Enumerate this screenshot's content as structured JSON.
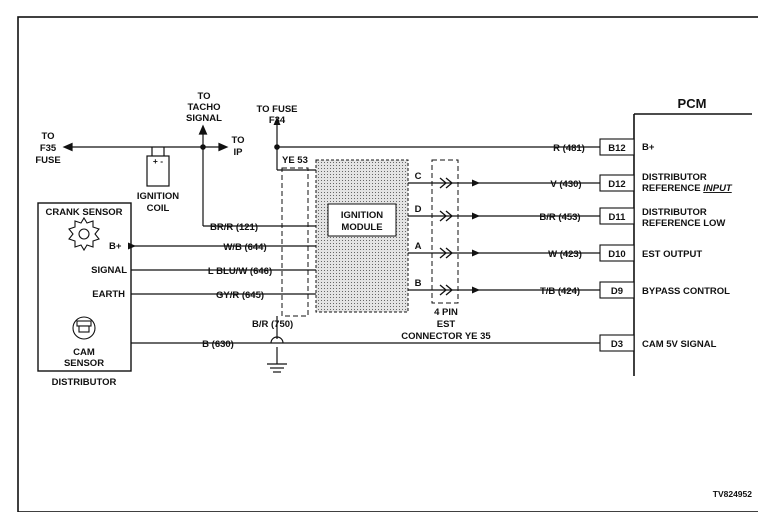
{
  "labels": {
    "to_f35_fuse": [
      "TO",
      "F35",
      "FUSE"
    ],
    "to_tacho_signal": [
      "TO",
      "TACHO",
      "SIGNAL"
    ],
    "to_ip": [
      "TO",
      "IP"
    ],
    "to_fuse_f34": [
      "TO FUSE",
      "F34"
    ],
    "ignition_coil": [
      "IGNITION",
      "COIL"
    ],
    "coil_terminals": "+ -",
    "ye53": "YE 53",
    "ignition_module": [
      "IGNITION",
      "MODULE"
    ],
    "pcm": "PCM",
    "connector": [
      "4 PIN",
      "EST",
      "CONNECTOR YE 35"
    ],
    "distributor": "DISTRIBUTOR",
    "crank_sensor": "CRANK SENSOR",
    "cam_sensor": [
      "CAM",
      "SENSOR"
    ],
    "b_plus": "B+",
    "signal": "SIGNAL",
    "earth": "EARTH",
    "br_750": "B/R (750)",
    "doc_id": "TV824952"
  },
  "wires": {
    "br_121": "BR/R (121)",
    "wb_644": "W/B (644)",
    "lbluw_646": "L BLU/W (646)",
    "gyr_645": "GY/R (645)",
    "b_630": "B (630)",
    "r_481": "R (481)",
    "v_430": "V (430)",
    "br_453": "B/R (453)",
    "w_423": "W (423)",
    "tb_424": "T/B (424)"
  },
  "module_pins": {
    "c": "C",
    "d": "D",
    "a": "A",
    "b": "B"
  },
  "pcm_pins": [
    {
      "pin": "B12",
      "func": [
        "B+"
      ]
    },
    {
      "pin": "D12",
      "func": [
        "DISTRIBUTOR",
        "REFERENCE INPUT"
      ]
    },
    {
      "pin": "D11",
      "func": [
        "DISTRIBUTOR",
        "REFERENCE LOW"
      ]
    },
    {
      "pin": "D10",
      "func": [
        "EST OUTPUT"
      ]
    },
    {
      "pin": "D9",
      "func": [
        "BYPASS CONTROL"
      ]
    },
    {
      "pin": "D3",
      "func": [
        "CAM 5V SIGNAL"
      ]
    }
  ],
  "colors": {
    "line": "#111111",
    "module_fill": "#c8c8c8"
  }
}
